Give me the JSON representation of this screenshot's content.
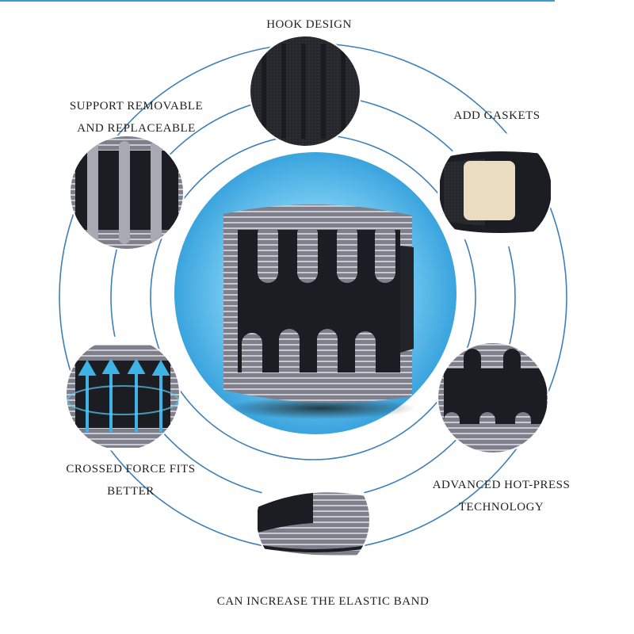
{
  "features": {
    "hook": {
      "title": "HOOK DESIGN"
    },
    "support": {
      "line1": "SUPPORT REMOVABLE",
      "line2": "AND REPLACEABLE"
    },
    "gaskets": {
      "title": "ADD GASKETS"
    },
    "crossed": {
      "line1": "CROSSED FORCE FITS",
      "line2": "BETTER"
    },
    "hotpress": {
      "line1": "ADVANCED HOT-PRESS",
      "line2": "TECHNOLOGY"
    },
    "elastic": {
      "title": "CAN INCREASE THE ELASTIC BAND"
    }
  },
  "colors": {
    "ring": "#3d7fb8",
    "center_glow": "#5fc2ee",
    "belt_black": "#1c1d22",
    "belt_gray": "#8a8b96",
    "gasket_beige": "#eadcc0"
  }
}
